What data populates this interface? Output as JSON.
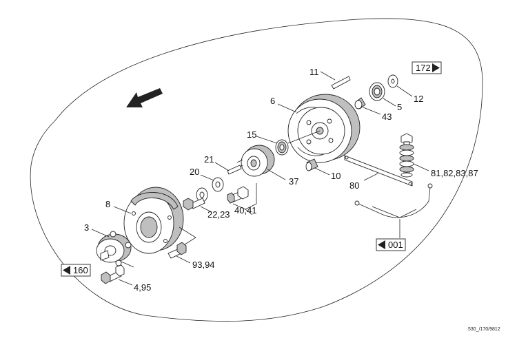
{
  "parts": {
    "p3": "3",
    "p5": "5",
    "p6": "6",
    "p8": "8",
    "p10": "10",
    "p11": "11",
    "p12": "12",
    "p15": "15",
    "p20": "20",
    "p21": "21",
    "p22_23": "22,23",
    "p37": "37",
    "p40_41": "40,41",
    "p43": "43",
    "p80": "80",
    "p81_87": "81,82,83,87",
    "p93_94": "93,94",
    "p4_95": "4,95"
  },
  "page_refs": {
    "ref_172": "172",
    "ref_160": "160",
    "ref_001": "001"
  },
  "figure_code": "530_/170/9812",
  "colors": {
    "ink": "#222222",
    "background": "#ffffff"
  },
  "icons": [
    "direction-arrow-icon",
    "arrow-right-icon",
    "arrow-left-icon"
  ]
}
